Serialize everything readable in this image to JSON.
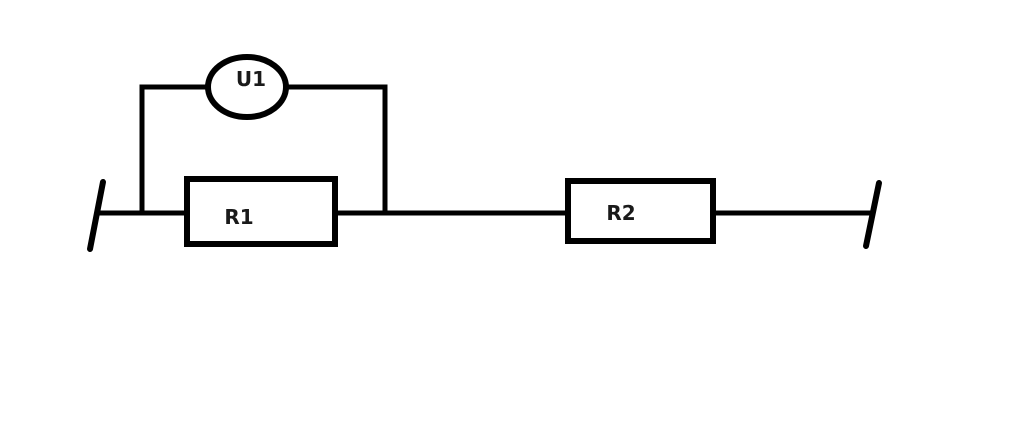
{
  "diagram": {
    "type": "electrical-circuit",
    "components": {
      "voltmeter": {
        "label": "U1"
      },
      "resistor1": {
        "label": "R1"
      },
      "resistor2": {
        "label": "R2"
      }
    },
    "colors": {
      "line": "#000000",
      "background": "#ffffff",
      "label": "#1a1a1a"
    }
  }
}
